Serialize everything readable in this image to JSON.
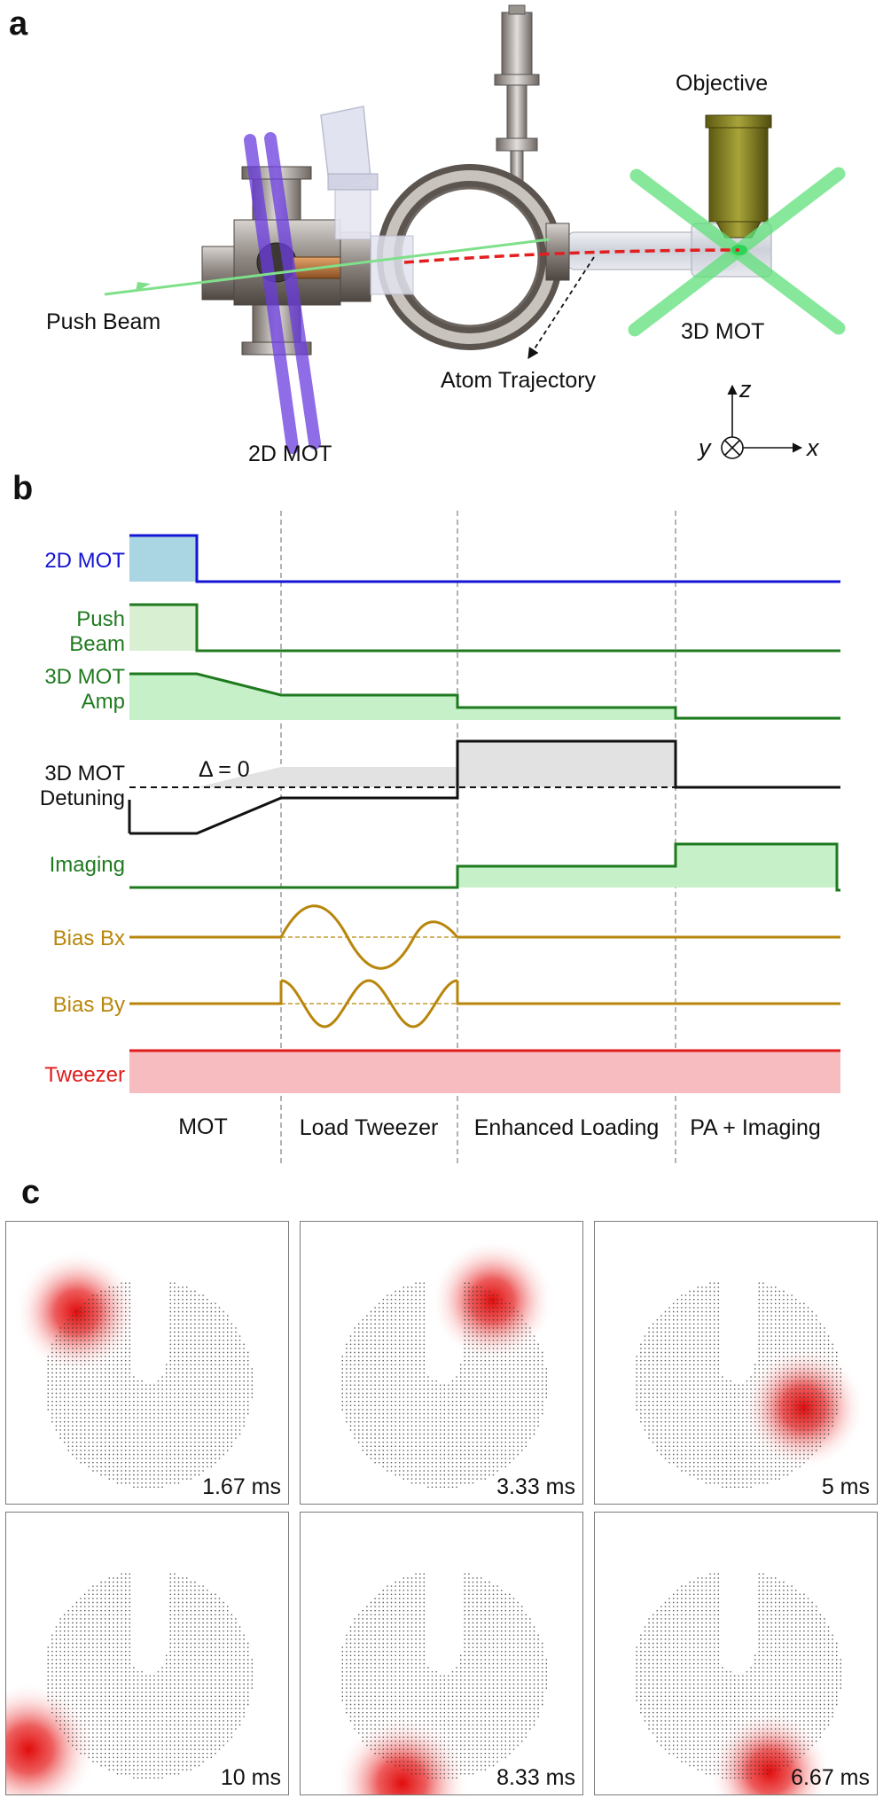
{
  "panel_a": {
    "letter": "a",
    "labels": {
      "push_beam": "Push Beam",
      "mot_2d": "2D MOT",
      "atom_trajectory": "Atom Trajectory",
      "objective": "Objective",
      "mot_3d": "3D MOT",
      "axis_z": "z",
      "axis_y": "y",
      "axis_x": "x"
    }
  },
  "panel_b": {
    "letter": "b",
    "channels": [
      {
        "lines": [
          "2D MOT"
        ],
        "color": "#1414d6"
      },
      {
        "lines": [
          "Push",
          "Beam"
        ],
        "color": "#1f7a1f"
      },
      {
        "lines": [
          "3D MOT",
          "Amp"
        ],
        "color": "#1f7a1f"
      },
      {
        "lines": [
          "3D MOT",
          "Detuning"
        ],
        "color": "#111111"
      },
      {
        "lines": [
          "Imaging"
        ],
        "color": "#1f7a1f"
      },
      {
        "lines": [
          "Bias Bx"
        ],
        "color": "#b8860b"
      },
      {
        "lines": [
          "Bias By"
        ],
        "color": "#b8860b"
      },
      {
        "lines": [
          "Tweezer"
        ],
        "color": "#e01b1b"
      }
    ],
    "delta_label": "Δ = 0",
    "phases": [
      "MOT",
      "Load Tweezer",
      "Enhanced Loading",
      "PA + Imaging"
    ]
  },
  "panel_c": {
    "letter": "c",
    "tiles": [
      {
        "time": "1.67 ms",
        "cloud": [
          0.25,
          0.32,
          0.22
        ]
      },
      {
        "time": "3.33 ms",
        "cloud": [
          0.68,
          0.28,
          0.22
        ]
      },
      {
        "time": "5 ms",
        "cloud": [
          0.74,
          0.66,
          0.22
        ]
      },
      {
        "time": "10 ms",
        "cloud": [
          0.08,
          0.84,
          0.24
        ]
      },
      {
        "time": "8.33 ms",
        "cloud": [
          0.36,
          0.96,
          0.24
        ]
      },
      {
        "time": "6.67 ms",
        "cloud": [
          0.62,
          0.92,
          0.22
        ]
      }
    ]
  }
}
